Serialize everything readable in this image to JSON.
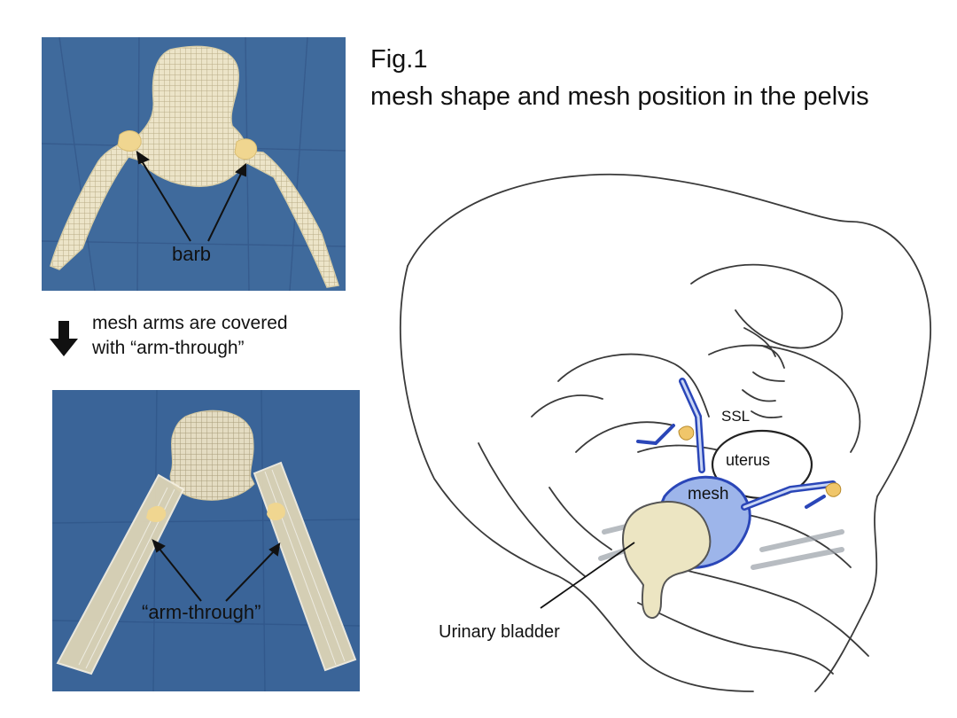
{
  "figure": {
    "title": "Fig.1",
    "subtitle": "mesh shape and mesh position in the pelvis"
  },
  "top_photo": {
    "barb_label": "barb"
  },
  "transition_note": {
    "line1": "mesh arms are covered",
    "line2": "with “arm-through”"
  },
  "bottom_photo": {
    "arm_through_label": "“arm-through”"
  },
  "pelvis_drawing": {
    "labels": {
      "ssl": "SSL",
      "uterus": "uterus",
      "mesh": "mesh",
      "bladder": "Urinary bladder"
    }
  },
  "colors": {
    "drape_blue": "#3f6a9c",
    "mesh_tan": "#e8dfc2",
    "barb_yellow": "#f0d690",
    "mesh_drawing_blue": "#2a46b8",
    "mesh_fill_light": "#9db5ea",
    "bladder_fill": "#ece5c2"
  },
  "icons": [
    "down-arrow-icon"
  ]
}
